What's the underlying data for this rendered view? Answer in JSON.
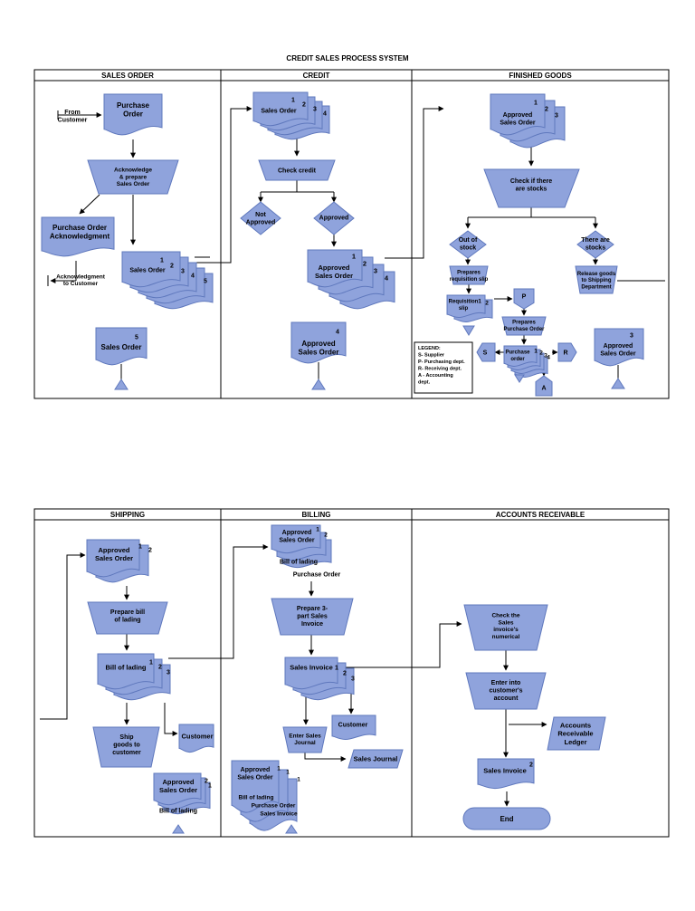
{
  "title": "CREDIT SALES PROCESS SYSTEM",
  "colors": {
    "shape_fill": "#8fa3dc",
    "shape_stroke": "#5f78bd",
    "line": "#000000"
  },
  "top_lanes": [
    "SALES ORDER",
    "CREDIT",
    "FINISHED GOODS"
  ],
  "bottom_lanes": [
    "SHIPPING",
    "BILLING",
    "ACCOUNTS RECEIVABLE"
  ],
  "sales_order": {
    "from_customer": "From\nCustomer",
    "purchase_order": "Purchase\nOrder",
    "acknowledge": "Acknowledge\n& prepare\nSales Order",
    "po_ack": "Purchase Order\nAcknowledgment",
    "sales_order_doc": "Sales Order",
    "ack_to_customer": "Acknowledgment\nto Customer",
    "file_label": "Sales Order",
    "nums": [
      "1",
      "2",
      "3",
      "4",
      "5"
    ]
  },
  "credit": {
    "sales_order": "Sales Order",
    "check_credit": "Check credit",
    "not_approved": "Not\nApproved",
    "approved": "Approved",
    "approved_so": "Approved\nSales Order",
    "file_label": "Approved\nSales Order",
    "nums": [
      "1",
      "2",
      "3",
      "4"
    ]
  },
  "finished_goods": {
    "approved_so": "Approved\nSales Order",
    "check_stocks": "Check if there\nare stocks",
    "out_of_stock": "Out of\nstock",
    "there_are_stocks": "There are\nstocks",
    "prepares_req": "Prepares\nrequisition slip",
    "release_goods": "Release goods\nto Shipping\nDepartment",
    "req_slip": "Requisition\nslip",
    "p": "P",
    "prepares_po": "Prepares\nPurchase Order",
    "s": "S",
    "r": "R",
    "a": "A",
    "purchase_order": "Purchase\norder",
    "file_label": "Approved\nSales Order",
    "legend": [
      "LEGEND:",
      "S- Supplier",
      "P- Purchasing dept.",
      "R- Receiving dept.",
      "A - Accounting",
      "dept."
    ],
    "nums": [
      "1",
      "2",
      "3",
      "4"
    ]
  },
  "shipping": {
    "approved_so": "Approved\nSales Order",
    "prepare_bol": "Prepare bill\nof lading",
    "bol": "Bill of lading",
    "ship_goods": "Ship\ngoods to\ncustomer",
    "customer": "Customer",
    "file_so": "Approved\nSales Order",
    "file_bol": "Bill of lading",
    "nums": [
      "1",
      "2",
      "3"
    ]
  },
  "billing": {
    "approved_so": "Approved\nSales Order",
    "bol": "Bill of lading",
    "po": "Purchase Order",
    "prepare_invoice": "Prepare 3-\npart Sales\nInvoice",
    "sales_invoice": "Sales Invoice",
    "customer": "Customer",
    "enter_journal": "Enter Sales\nJournal",
    "sales_journal": "Sales Journal",
    "file_so": "Approved\nSales Order",
    "file_bol": "Bill of lading",
    "file_po": "Purchase Order",
    "file_si": "Sales Invoice",
    "nums": [
      "1",
      "2",
      "3"
    ]
  },
  "accounts_receivable": {
    "check_invoice": "Check the\nSales\ninvoice's\nnumerical",
    "enter_account": "Enter into\ncustomer's\naccount",
    "ar_ledger": "Accounts\nReceivable\nLedger",
    "sales_invoice": "Sales Invoice",
    "end": "End",
    "nums": [
      "2"
    ]
  }
}
